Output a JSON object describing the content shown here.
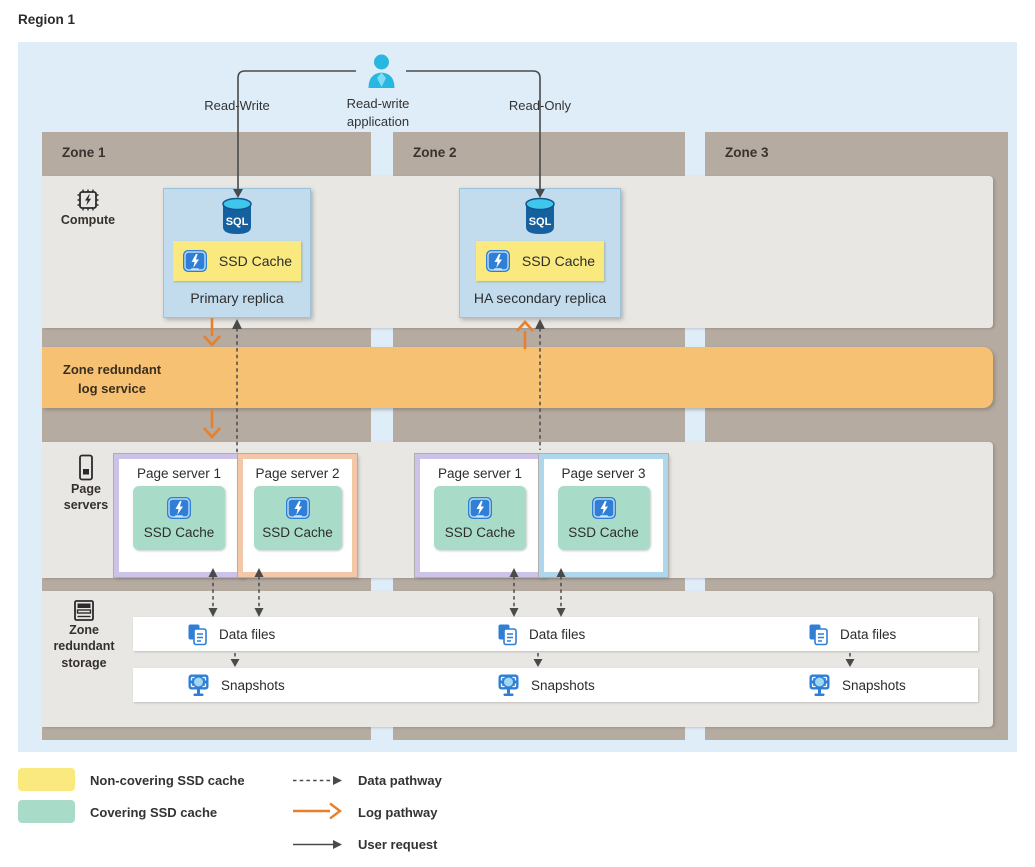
{
  "region": {
    "title": "Region 1"
  },
  "app": {
    "name_line1": "Read-write",
    "name_line2": "application",
    "read_write_label": "Read-Write",
    "read_only_label": "Read-Only"
  },
  "zones": [
    {
      "title": "Zone 1"
    },
    {
      "title": "Zone 2"
    },
    {
      "title": "Zone 3"
    }
  ],
  "compute": {
    "row_label": "Compute",
    "primary": {
      "cache_label": "SSD Cache",
      "name": "Primary replica"
    },
    "secondary": {
      "cache_label": "SSD Cache",
      "name": "HA secondary replica"
    }
  },
  "log_service": {
    "label_line1": "Zone redundant",
    "label_line2": "log service"
  },
  "page_servers": {
    "row_label_line1": "Page",
    "row_label_line2": "servers",
    "servers": [
      {
        "title": "Page server 1",
        "cache_label": "SSD Cache",
        "border_color": "#cdc3e8"
      },
      {
        "title": "Page server 2",
        "cache_label": "SSD Cache",
        "border_color": "#f3c8a8"
      },
      {
        "title": "Page server 1",
        "cache_label": "SSD Cache",
        "border_color": "#cdc3e8"
      },
      {
        "title": "Page server 3",
        "cache_label": "SSD Cache",
        "border_color": "#aed7ee"
      }
    ]
  },
  "storage": {
    "row_label_line1": "Zone",
    "row_label_line2": "redundant",
    "row_label_line3": "storage",
    "data_files": [
      "Data files",
      "Data files",
      "Data files"
    ],
    "snapshots": [
      "Snapshots",
      "Snapshots",
      "Snapshots"
    ]
  },
  "legend": {
    "swatches": [
      {
        "label": "Non-covering SSD cache",
        "color": "#f9e97e"
      },
      {
        "label": "Covering SSD cache",
        "color": "#a9dcc8"
      }
    ],
    "arrows": [
      {
        "label": "Data pathway",
        "style": "dashed-black"
      },
      {
        "label": "Log pathway",
        "style": "solid-orange"
      },
      {
        "label": "User request",
        "style": "solid-black"
      }
    ]
  },
  "colors": {
    "region_background": "#dfedf8",
    "zone_background": "#b5aba1",
    "row_strip": "#e9e7e3",
    "log_band": "#f7c173",
    "log_arrow": "#e8802b",
    "replica_fill": "#c2dcee",
    "non_covering_cache": "#f9e97e",
    "covering_cache": "#a9dcc8",
    "icon_blue": "#2f7fd6",
    "person_cyan": "#28b7e0",
    "data_arrow": "#4a4a4a"
  }
}
